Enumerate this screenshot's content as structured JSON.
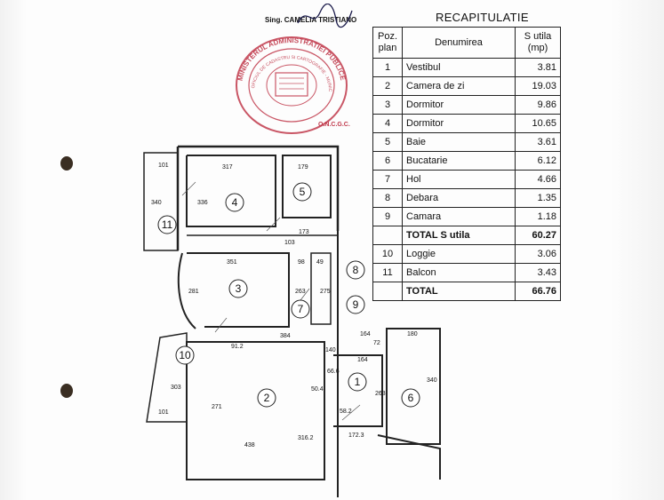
{
  "header": {
    "signature_text": "Sing. CAMELIA TRISTIANO",
    "title": "RECAPITULATIE"
  },
  "stamp": {
    "outer_text": "MINISTERUL ADMINISTRATIEI PUBLICE",
    "inner_text": "OFICIUL DE CADASTRU SI CARTOGRAFIE - MUNICIPIUL BUCURESTI",
    "bottom_text": "O.N.C.G.C."
  },
  "table": {
    "columns": [
      "Poz. plan",
      "Denumirea",
      "S utila (mp)"
    ],
    "rows": [
      {
        "num": "1",
        "name": "Vestibul",
        "value": "3.81"
      },
      {
        "num": "2",
        "name": "Camera de zi",
        "value": "19.03"
      },
      {
        "num": "3",
        "name": "Dormitor",
        "value": "9.86"
      },
      {
        "num": "4",
        "name": "Dormitor",
        "value": "10.65"
      },
      {
        "num": "5",
        "name": "Baie",
        "value": "3.61"
      },
      {
        "num": "6",
        "name": "Bucatarie",
        "value": "6.12"
      },
      {
        "num": "7",
        "name": "Hol",
        "value": "4.66"
      },
      {
        "num": "8",
        "name": "Debara",
        "value": "1.35"
      },
      {
        "num": "9",
        "name": "Camara",
        "value": "1.18"
      }
    ],
    "subtotal": {
      "num": "",
      "name": "TOTAL S utila",
      "value": "60.27"
    },
    "extra_rows": [
      {
        "num": "10",
        "name": "Loggie",
        "value": "3.06"
      },
      {
        "num": "11",
        "name": "Balcon",
        "value": "3.43"
      }
    ],
    "total": {
      "num": "",
      "name": "TOTAL",
      "value": "66.76"
    }
  },
  "plan": {
    "room_numbers": [
      "1",
      "2",
      "3",
      "4",
      "5",
      "6",
      "7",
      "8",
      "9",
      "10",
      "11"
    ],
    "dimensions": [
      "101",
      "317",
      "179",
      "340",
      "336",
      "173",
      "103",
      "351",
      "98",
      "49",
      "281",
      "263",
      "275",
      "384",
      "91.2",
      "164",
      "72",
      "180",
      "140",
      "164",
      "66.6",
      "50.4",
      "263",
      "340",
      "303",
      "271",
      "101",
      "58.2",
      "172.3",
      "438",
      "316.2"
    ]
  }
}
